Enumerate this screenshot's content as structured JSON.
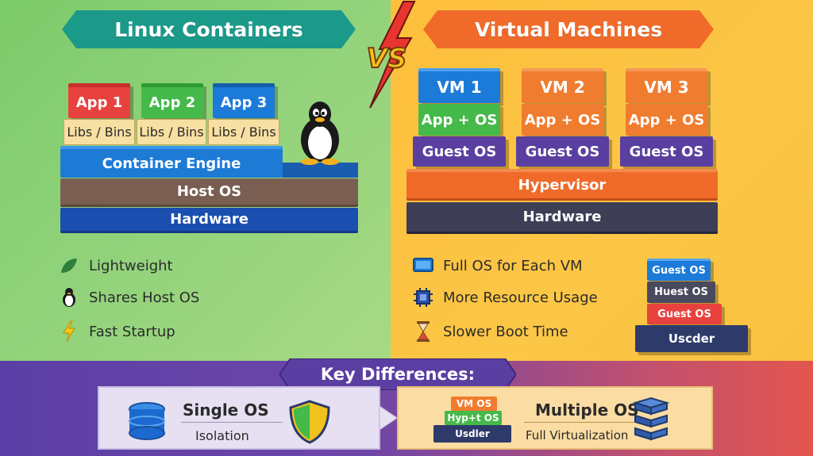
{
  "left": {
    "title": "Linux Containers",
    "apps": [
      {
        "label": "App 1",
        "color": "#e8423f"
      },
      {
        "label": "App 2",
        "color": "#45b949"
      },
      {
        "label": "App 3",
        "color": "#1c7ad8"
      }
    ],
    "libs": [
      "Libs / Bins",
      "Libs / Bins",
      "Libs / Bins"
    ],
    "container_engine": "Container Engine",
    "host_os": "Host OS",
    "hardware": "Hardware",
    "features": [
      "Lightweight",
      "Shares Host OS",
      "Fast Startup"
    ]
  },
  "vs_label": "VS",
  "right": {
    "title": "Virtual Machines",
    "vms": [
      {
        "name": "VM 1",
        "app": "App + OS",
        "guest": "Guest OS",
        "color": "#1c7ad8",
        "app_color": "#45b949"
      },
      {
        "name": "VM 2",
        "app": "App + OS",
        "guest": "Guest OS",
        "color": "#f07c2f",
        "app_color": "#f07c2f"
      },
      {
        "name": "VM 3",
        "app": "App + OS",
        "guest": "Guest OS",
        "color": "#f07c2f",
        "app_color": "#f07c2f"
      }
    ],
    "hypervisor": "Hypervisor",
    "hardware": "Hardware",
    "features": [
      "Full OS for Each VM",
      "More Resource Usage",
      "Slower Boot Time"
    ],
    "mini_stack": [
      "Guest OS",
      "Huest OS",
      "Guest OS",
      "Uscder"
    ]
  },
  "key": {
    "title": "Key Differences:",
    "left_title": "Single OS",
    "left_sub": "Isolation",
    "right_title": "Multiple OS",
    "right_sub": "Full Virtualization",
    "mini_stack": [
      "VM OS",
      "Hyp+t OS",
      "Usdler"
    ]
  }
}
